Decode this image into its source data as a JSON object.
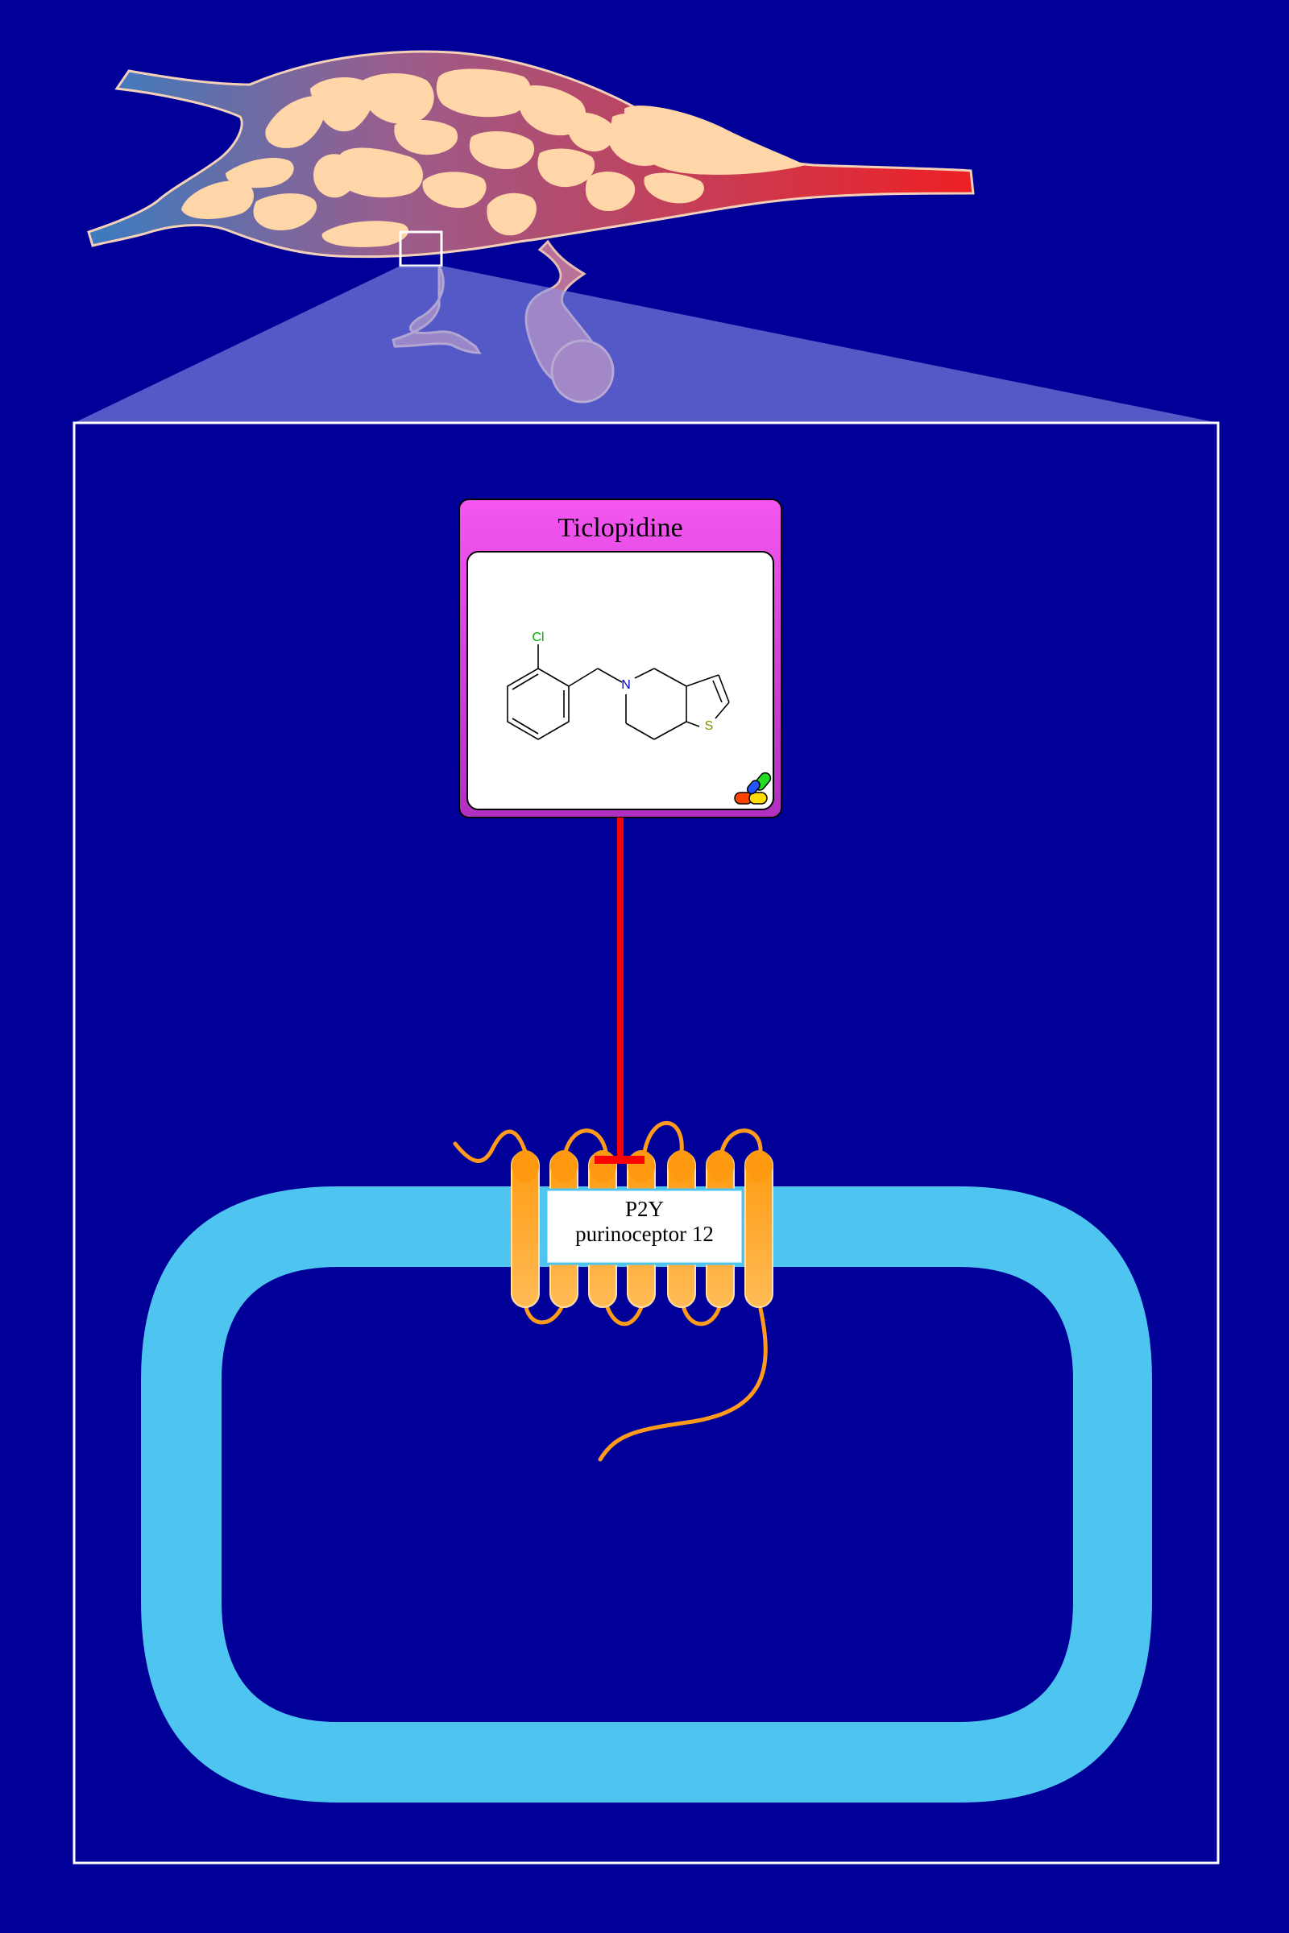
{
  "drug": {
    "name": "Ticlopidine",
    "atoms": {
      "chlorine": "Cl",
      "nitrogen": "N",
      "sulfur": "S"
    }
  },
  "receptor": {
    "line1": "P2Y",
    "line2": "purinoceptor 12"
  },
  "colors": {
    "background": "#000099",
    "membrane": "#4ec5f1",
    "receptor_helix": "#ffb040",
    "receptor_loop": "#ff9a1a",
    "drug_header": "#f556f0",
    "inhibition": "#ff0000",
    "tissue_cells": "#ffd6a8",
    "vessel_start": "#3a7cc0",
    "vessel_end": "#ee2024"
  }
}
